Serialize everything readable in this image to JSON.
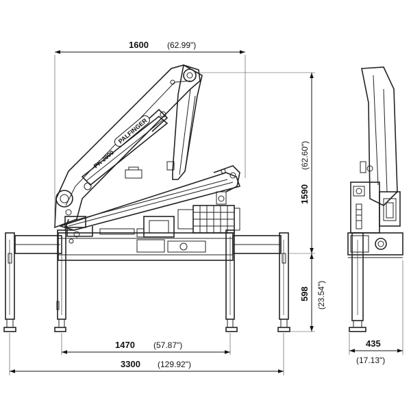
{
  "dimensions": {
    "top_width": {
      "value": "1600",
      "imperial": "(62.99\")"
    },
    "height": {
      "value": "1590",
      "imperial": "(62.60\")"
    },
    "leg_height": {
      "value": "598",
      "imperial": "(23.54\")"
    },
    "inner_leg_span": {
      "value": "1470",
      "imperial": "(57.87\")"
    },
    "outer_leg_span": {
      "value": "3300",
      "imperial": "(129.92\")"
    },
    "side_width": {
      "value": "435",
      "imperial": "(17.13\")"
    }
  },
  "labels": {
    "model": "PK 2900",
    "brand": "PALFINGER"
  }
}
